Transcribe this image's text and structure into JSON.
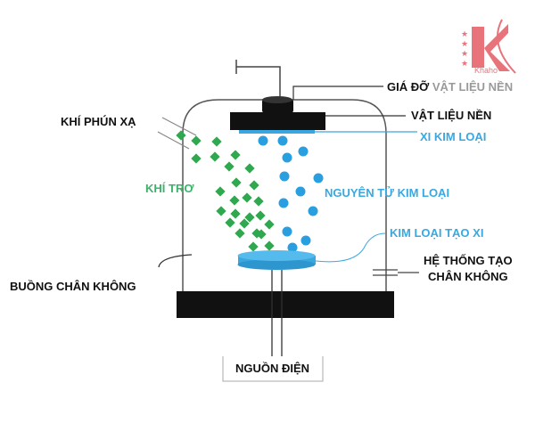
{
  "title_parts": {
    "holder_prefix": "GIÁ ĐỠ",
    "holder_suffix": "VẬT LIỆU NỀN"
  },
  "labels": {
    "substrate": "VẬT LIỆU NỀN",
    "deposited_film": "XI KIM LOẠI",
    "sputter_gas": "KHÍ PHÚN XẠ",
    "inert_gas": "KHÍ TRƠ",
    "metal_atoms": "NGUYÊN TỬ KIM LOẠI",
    "target_metal": "KIM LOẠI TẠO XI",
    "vacuum_system_line1": "HỆ THỐNG TẠO",
    "vacuum_system_line2": "CHÂN KHÔNG",
    "vacuum_chamber": "BUỒNG CHÂN KHÔNG",
    "power_source": "NGUỒN ĐIỆN"
  },
  "logo": {
    "text": "Khaho",
    "color": "#e8737a"
  },
  "colors": {
    "gas": "#2fa84f",
    "atom": "#2a9fe0",
    "film": "#3aa8e0"
  }
}
